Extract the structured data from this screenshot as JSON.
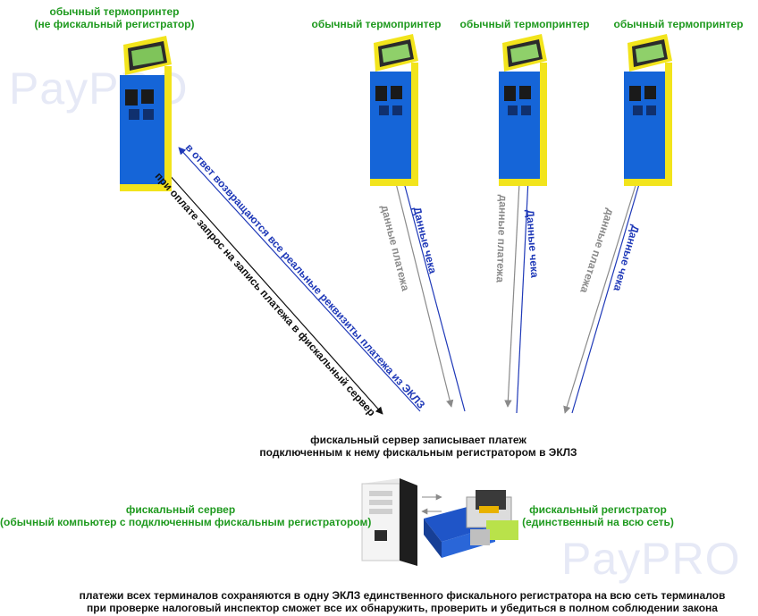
{
  "watermark": {
    "brand": "PayPRO"
  },
  "terminals": [
    {
      "caption_line1": "обычный термопринтер",
      "caption_line2": "(не фискальный регистратор)"
    },
    {
      "caption_line1": "обычный термопринтер",
      "caption_line2": ""
    },
    {
      "caption_line1": "обычный термопринтер",
      "caption_line2": ""
    },
    {
      "caption_line1": "обычный термопринтер",
      "caption_line2": ""
    }
  ],
  "arrows": {
    "request": "при оплате запрос на запись платежа в фискальный сервер",
    "response": "в ответ возвращаются все реальные реквизиты платежа из ЭКЛЗ",
    "payment_data": "данные платежа",
    "receipt_data": "Данные чека"
  },
  "center_text": {
    "line1": "фискальный сервер записывает платеж",
    "line2": "подключенным к нему фискальным регистратором в ЭКЛЗ"
  },
  "server": {
    "title": "фискальный сервер",
    "subtitle": "(обычный компьютер с подключенным фискальным регистратором)"
  },
  "registrar": {
    "title": "фискальный регистратор",
    "subtitle": "(единственный на всю сеть)"
  },
  "footer": {
    "line1": "платежи всех терминалов сохраняются в одну ЭКЛЗ единственного фискального регистратора на всю сеть терминалов",
    "line2": "при проверке налоговый инспектор сможет все их обнаружить, проверить и убедиться в полном соблюдении закона"
  },
  "colors": {
    "caption": "#1f9a1f",
    "receipt_arrow": "#1f39b8",
    "payment_arrow": "#8a8a8a",
    "kiosk_body": "#1565d8",
    "kiosk_trim": "#f2e41c"
  }
}
